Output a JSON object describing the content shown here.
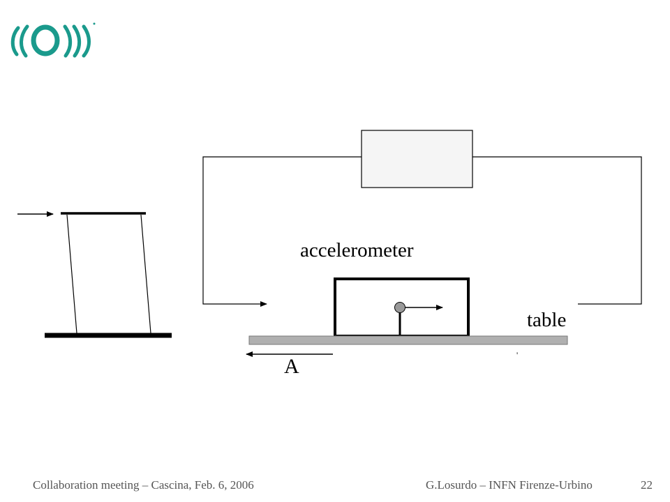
{
  "logo": {
    "name": "virgo-logo",
    "color": "#1a9a8c"
  },
  "diagram": {
    "label_accelerometer": "accelerometer",
    "label_table": "table",
    "label_amplitude": "A",
    "stray_mark": "'",
    "colors": {
      "stroke": "#000000",
      "table_fill": "#b0b0b0",
      "box_fill": "#f5f5f5",
      "mass_fill": "#999999"
    }
  },
  "footer": {
    "left": "Collaboration meeting – Cascina, Feb. 6, 2006",
    "right": "G.Losurdo – INFN Firenze-Urbino",
    "page_number": "22"
  }
}
